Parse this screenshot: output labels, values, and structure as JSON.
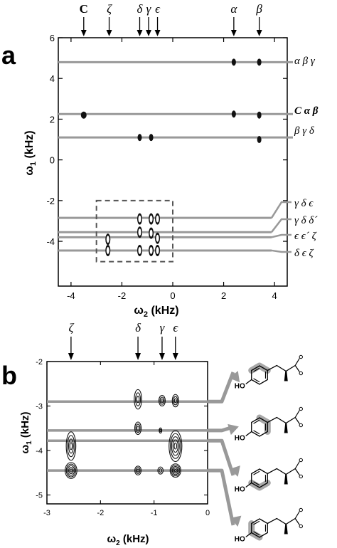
{
  "panel_a": {
    "letter": "a",
    "xlabel_main": "ω",
    "xlabel_sub": "2",
    "xlabel_unit": " (kHz)",
    "ylabel_main": "ω",
    "ylabel_sub": "1",
    "ylabel_unit": " (kHz)",
    "top_labels": [
      {
        "text": "C",
        "x": -3.5,
        "italic": false
      },
      {
        "text": "ζ",
        "x": -2.5,
        "italic": true
      },
      {
        "text": "δ",
        "x": -1.3,
        "italic": true
      },
      {
        "text": "γ",
        "x": -0.95,
        "italic": true
      },
      {
        "text": "ϵ",
        "x": -0.6,
        "italic": true
      },
      {
        "text": "α",
        "x": 2.4,
        "italic": true
      },
      {
        "text": "β",
        "x": 3.4,
        "italic": true
      }
    ],
    "right_labels": [
      "α β γ",
      "C α β",
      "β γ δ",
      "γ δ ϵ",
      "γ δ δ´",
      "ϵ ϵ´ ζ",
      "δ ϵ ζ"
    ]
  },
  "panel_b": {
    "letter": "b",
    "xlabel_main": "ω",
    "xlabel_sub": "2",
    "xlabel_unit": " (kHz)",
    "ylabel_main": "ω",
    "ylabel_sub": "1",
    "ylabel_unit": " (kHz)",
    "top_labels": [
      {
        "text": "ζ",
        "x": -2.55
      },
      {
        "text": "δ",
        "x": -1.3
      },
      {
        "text": "γ",
        "x": -0.85
      },
      {
        "text": "ϵ",
        "x": -0.6
      }
    ],
    "molecule_label": "HO"
  },
  "chart_data": [
    {
      "type": "contour",
      "panel": "a",
      "xlim": [
        -4.5,
        4.5
      ],
      "ylim": [
        -6.2,
        6
      ],
      "xticks": [
        -4,
        -2,
        0,
        2,
        4
      ],
      "yticks": [
        -4,
        -2,
        0,
        2,
        4,
        6
      ],
      "tick_labels_x": [
        "-4",
        "-2",
        "0",
        "2",
        "4"
      ],
      "tick_labels_y": [
        "-4",
        "-2",
        "0",
        "2",
        "4",
        "6"
      ],
      "horizontal_lines_y": [
        4.8,
        2.25,
        1.1,
        -2.85,
        -3.55,
        -3.8,
        -4.45
      ],
      "peaks": [
        {
          "x": 2.4,
          "y": 4.8
        },
        {
          "x": 3.4,
          "y": 4.8
        },
        {
          "x": -3.5,
          "y": 2.2
        },
        {
          "x": 2.4,
          "y": 2.25
        },
        {
          "x": 3.4,
          "y": 2.2
        },
        {
          "x": -1.3,
          "y": 1.1
        },
        {
          "x": -0.85,
          "y": 1.1
        },
        {
          "x": 3.4,
          "y": 1.0
        },
        {
          "x": -2.55,
          "y": -3.9
        },
        {
          "x": -2.55,
          "y": -4.45
        },
        {
          "x": -1.3,
          "y": -2.9
        },
        {
          "x": -1.3,
          "y": -3.55
        },
        {
          "x": -1.3,
          "y": -4.45
        },
        {
          "x": -0.85,
          "y": -2.9
        },
        {
          "x": -0.85,
          "y": -3.6
        },
        {
          "x": -0.85,
          "y": -4.45
        },
        {
          "x": -0.6,
          "y": -2.9
        },
        {
          "x": -0.6,
          "y": -3.85
        },
        {
          "x": -0.6,
          "y": -4.45
        }
      ],
      "inset_box": {
        "x": [
          -3,
          0
        ],
        "y": [
          -2,
          -5
        ]
      }
    },
    {
      "type": "contour",
      "panel": "b",
      "xlim": [
        -3,
        0
      ],
      "ylim": [
        -5.2,
        -2
      ],
      "xticks": [
        -3,
        -2,
        -1,
        0
      ],
      "yticks": [
        -2,
        -3,
        -4,
        -5
      ],
      "tick_labels_x": [
        "-3",
        "-2",
        "-1",
        "0"
      ],
      "tick_labels_y": [
        "-2",
        "-3",
        "-4",
        "-5"
      ],
      "horizontal_lines_y": [
        -2.9,
        -3.55,
        -3.78,
        -4.45
      ],
      "peaks": [
        {
          "x": -2.55,
          "y": -3.9,
          "rx": 0.09,
          "ry": 0.32
        },
        {
          "x": -2.55,
          "y": -4.45,
          "rx": 0.11,
          "ry": 0.18
        },
        {
          "x": -1.3,
          "y": -2.85,
          "rx": 0.07,
          "ry": 0.22
        },
        {
          "x": -1.3,
          "y": -3.5,
          "rx": 0.06,
          "ry": 0.14
        },
        {
          "x": -1.3,
          "y": -4.45,
          "rx": 0.06,
          "ry": 0.1
        },
        {
          "x": -0.85,
          "y": -2.88,
          "rx": 0.06,
          "ry": 0.12
        },
        {
          "x": -0.88,
          "y": -3.55,
          "rx": 0.025,
          "ry": 0.06
        },
        {
          "x": -0.88,
          "y": -4.45,
          "rx": 0.05,
          "ry": 0.08
        },
        {
          "x": -0.6,
          "y": -2.88,
          "rx": 0.06,
          "ry": 0.14
        },
        {
          "x": -0.6,
          "y": -3.9,
          "rx": 0.12,
          "ry": 0.35
        },
        {
          "x": -0.6,
          "y": -4.45,
          "rx": 0.1,
          "ry": 0.15
        }
      ]
    }
  ]
}
